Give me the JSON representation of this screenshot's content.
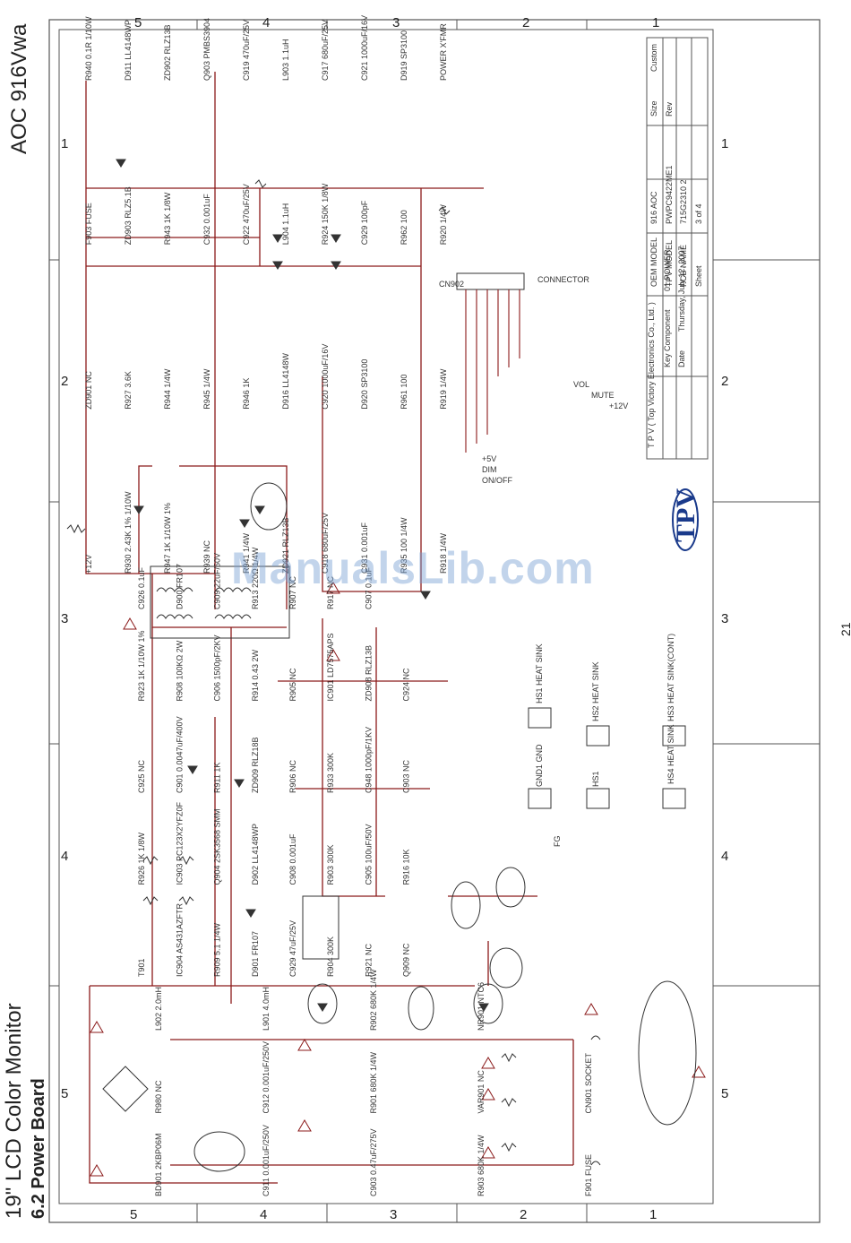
{
  "page": {
    "title": "19\" LCD Color Monitor",
    "section": "6.2 Power Board",
    "model": "AOC 916Vwa",
    "page_number": "21",
    "watermark": "ManualsLib.com"
  },
  "zones": {
    "top": [
      "5",
      "4",
      "3",
      "2",
      "1"
    ],
    "left": [
      "1",
      "2",
      "3",
      "4",
      "5"
    ]
  },
  "title_block": {
    "logo": "TPV",
    "company": "T P V  ( Top  Victory  Electronics  Co.,  Ltd. )",
    "rows": [
      {
        "label": "OEM MODEL",
        "value": "916 AOC"
      },
      {
        "label": "TPV MODEL",
        "value": "PWPC9422ME1"
      },
      {
        "label": "PCB NAME",
        "value": "715G2310 2"
      },
      {
        "label": "Sheet",
        "value": "3  of  4"
      },
      {
        "label": "Key Component",
        "value": "01.POWER"
      },
      {
        "label": "Date",
        "value": "Thursday, July 12, 2007"
      }
    ],
    "size_label": "Size",
    "rev_label": "Rev",
    "custom_label": "Custom"
  },
  "connector": {
    "ref": "CN902",
    "name": "CONNECTOR",
    "pins": [
      "+5V",
      "DIM",
      "ON/OFF",
      "VOL",
      "MUTE",
      "+12V"
    ]
  },
  "heatsinks": [
    "HS1 HEAT SINK",
    "HS2 HEAT SINK",
    "HS3 HEAT SINK(CONT)",
    "HS4 HEAT SINK"
  ],
  "gnd_labels": [
    "GND1 GND",
    "HS1",
    "FG"
  ],
  "components": {
    "top_row": [
      "+12V",
      "ZD901 NC",
      "F903 FUSE",
      "R940 0.1R 1/10W",
      "R930 2.43K 1% 1/10W",
      "R927 3.6K",
      "ZD903 RLZ5.1B",
      "D911 LL4148WP",
      "R947 1K 1/10W 1%",
      "R944 1/4W",
      "R943 1K 1/8W",
      "ZD902 RLZ13B",
      "R939 NC",
      "R945 1/4W",
      "C932 0.001uF",
      "Q903 PMBS3904",
      "R941 1/4W",
      "R946 1K",
      "C922 470uF/25V",
      "C919 470uF/25V",
      "ZD921 RLZ13B",
      "D916 LL4148W",
      "L904 1.1uH",
      "L903 1.1uH",
      "C918 680uF/25V",
      "C920 1000uF/16V",
      "R924 150K 1/8W",
      "C917 680uF/25V",
      "C931 0.001uF",
      "D920 SP3100",
      "C929 100pF",
      "C921 1000uF/16V",
      "R935 100 1/4W",
      "R961 100",
      "R962 100",
      "D919 SP3100",
      "R918 1/4W",
      "R919 1/4W",
      "R920 1/4W",
      "POWER X'FMR"
    ],
    "mid_row": [
      "T901",
      "R926 1K 1/8W",
      "C925 NC",
      "R923 1K 1/10W 1%",
      "C926 0.1uF",
      "IC904 AS431AZFTR",
      "IC903 PC123X2YFZ0F",
      "C901 0.0047uF/400V",
      "R908 100KΩ 2W",
      "D900 FR107",
      "R909 5.1 1/4W",
      "Q904 2SK3568 SMM",
      "R911 1K",
      "C906 1500pF/2KV",
      "C909 22uF/50V",
      "D901 FR107",
      "D902 LL4148WP",
      "ZD909 RLZ18B",
      "R914 0.43 2W",
      "R913 220Ω 1/4W",
      "C929 47uF/25V",
      "C908 0.001uF",
      "R906 NC",
      "R905 NC",
      "R907 NC",
      "R904 300K",
      "R903 300K",
      "R933 300K",
      "IC901 LD7575APS",
      "R917 NC",
      "R921 NC",
      "C905 100uF/50V",
      "C948 1000pF/1KV",
      "ZD908 RLZ13B",
      "C907 0.1uF",
      "Q909 NC",
      "R916 10K",
      "C903 NC",
      "C924 NC"
    ],
    "bottom_row": [
      "BD901 2KBP06M",
      "R980 NC",
      "L902 2.0mH",
      "C911 0.001uF/250V",
      "C912 0.001uF/250V",
      "L901 4.0mH",
      "C903 0.47uF/275V",
      "R901 680K 1/4W",
      "R902 680K 1/4W",
      "R903 680K 1/4W",
      "VAR901 NC",
      "NR901 NTC6",
      "F901 FUSE",
      "CN901 SOCKET"
    ]
  }
}
